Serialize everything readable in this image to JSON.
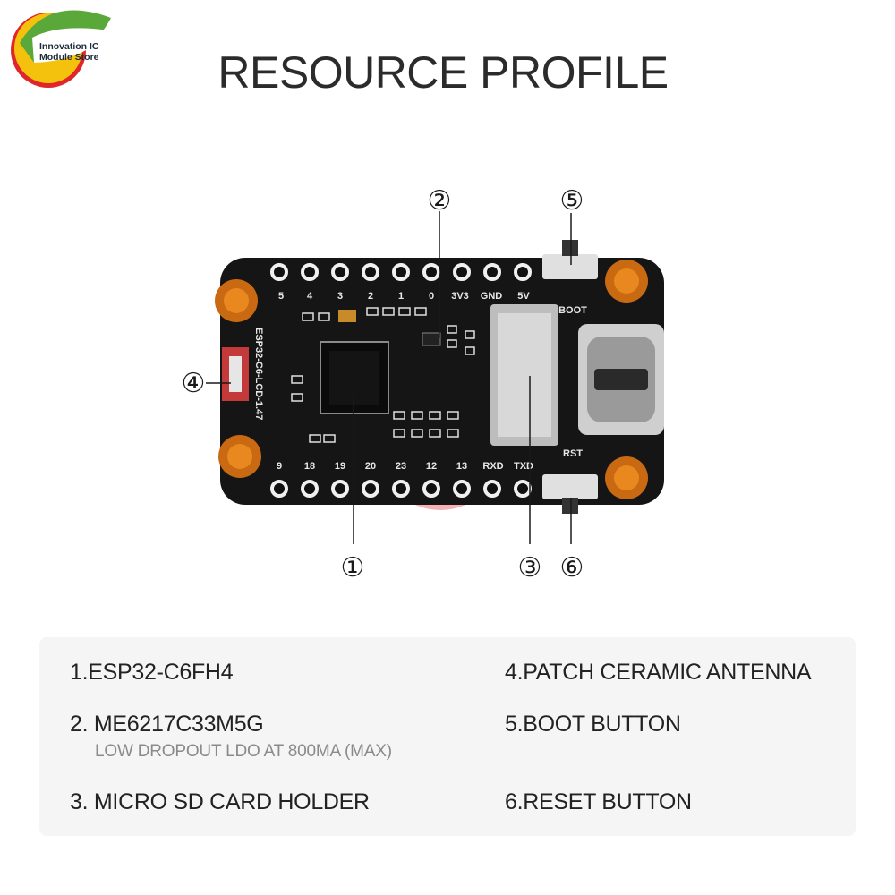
{
  "logo": {
    "line1": "Innovation IC",
    "line2": "Module Store"
  },
  "title": "RESOURCE PROFILE",
  "board": {
    "silkscreen": "ESP32-C6-LCD-1.47",
    "top_pins": [
      "5",
      "4",
      "3",
      "2",
      "1",
      "0",
      "3V3",
      "GND",
      "5V"
    ],
    "bottom_pins": [
      "9",
      "18",
      "19",
      "20",
      "23",
      "12",
      "13",
      "RXD",
      "TXD"
    ],
    "boot_label": "BOOT",
    "rst_label": "RST",
    "callouts": [
      "①",
      "②",
      "③",
      "④",
      "⑤",
      "⑥"
    ]
  },
  "features": {
    "f1": "1.ESP32-C6FH4",
    "f2": "2. ME6217C33M5G",
    "f2_sub": "LOW DROPOUT LDO AT 800MA (MAX)",
    "f3": "3. MICRO SD CARD HOLDER",
    "f4": "4.PATCH CERAMIC ANTENNA",
    "f5": "5.BOOT BUTTON",
    "f6": "6.RESET BUTTON"
  }
}
